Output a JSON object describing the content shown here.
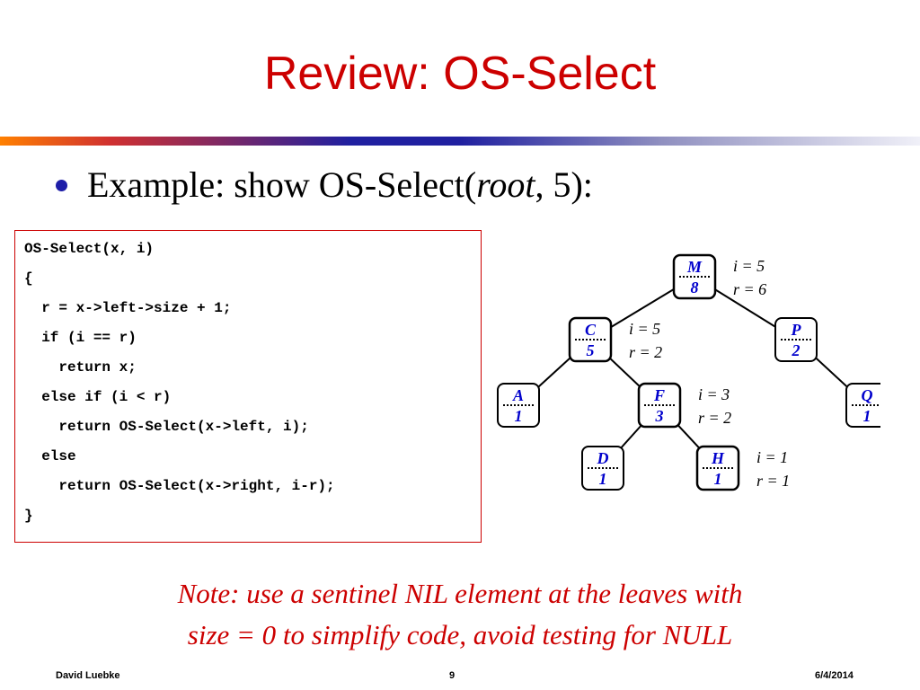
{
  "slide": {
    "title": "Review: OS-Select",
    "bullet": {
      "prefix": "Example: show OS-Select(",
      "italic": "root",
      "suffix": ", 5):"
    },
    "code": [
      "OS-Select(x, i)",
      "{",
      "  r = x->left->size + 1;",
      "  if (i == r)",
      "    return x;",
      "  else if (i < r)",
      "    return OS-Select(x->left, i);",
      "  else",
      "    return OS-Select(x->right, i-r);",
      "}"
    ],
    "tree": {
      "nodes": [
        {
          "id": "M",
          "key": "M",
          "size": "8",
          "annotation": [
            "i = 5",
            "r = 6"
          ],
          "highlight": true
        },
        {
          "id": "C",
          "key": "C",
          "size": "5",
          "annotation": [
            "i = 5",
            "r = 2"
          ],
          "highlight": true
        },
        {
          "id": "P",
          "key": "P",
          "size": "2",
          "annotation": [],
          "highlight": false
        },
        {
          "id": "A",
          "key": "A",
          "size": "1",
          "annotation": [],
          "highlight": false
        },
        {
          "id": "F",
          "key": "F",
          "size": "3",
          "annotation": [
            "i = 3",
            "r = 2"
          ],
          "highlight": true
        },
        {
          "id": "Q",
          "key": "Q",
          "size": "1",
          "annotation": [],
          "highlight": false
        },
        {
          "id": "D",
          "key": "D",
          "size": "1",
          "annotation": [],
          "highlight": false
        },
        {
          "id": "H",
          "key": "H",
          "size": "1",
          "annotation": [
            "i = 1",
            "r = 1"
          ],
          "highlight": true
        }
      ],
      "edges": [
        [
          "M",
          "C"
        ],
        [
          "M",
          "P"
        ],
        [
          "C",
          "A"
        ],
        [
          "C",
          "F"
        ],
        [
          "P",
          "Q"
        ],
        [
          "F",
          "D"
        ],
        [
          "F",
          "H"
        ]
      ]
    },
    "note": [
      "Note: use a sentinel NIL element at the leaves with",
      "size = 0 to simplify code, avoid testing for NULL"
    ],
    "footer": {
      "author": "David Luebke",
      "page": "9",
      "date": "6/4/2014"
    },
    "colors": {
      "title": "#cc0000",
      "accent": "#cc0000",
      "node_text": "#0000cc",
      "bullet": "#1e1ea8",
      "box_border": "#cc0000",
      "bar_start": "#ff8000",
      "bar_mid": "#2020a0",
      "bar_end": "#f0f0f8"
    }
  }
}
